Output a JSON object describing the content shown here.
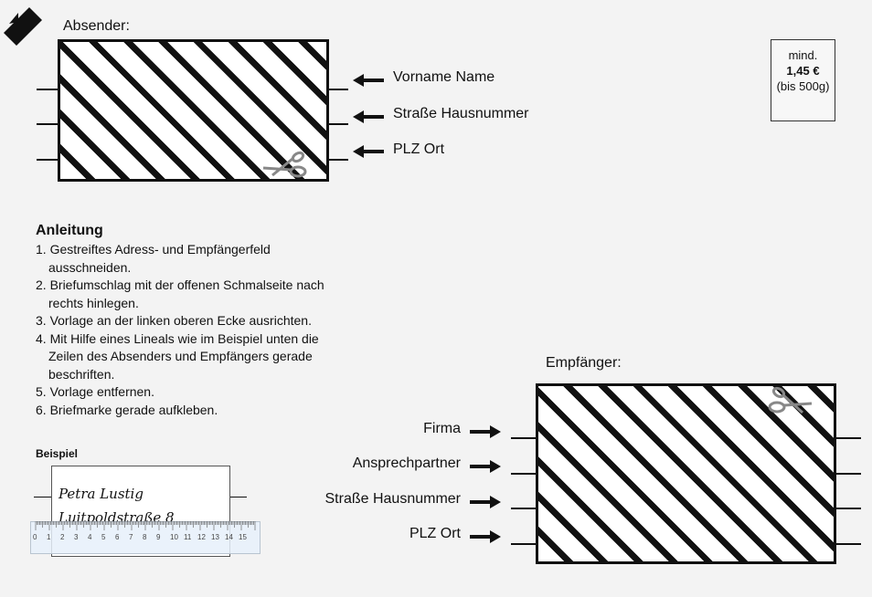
{
  "sender": {
    "title": "Absender:",
    "lines": [
      "Vorname Name",
      "Straße Hausnummer",
      "PLZ Ort"
    ]
  },
  "stamp": {
    "line1": "mind.",
    "price": "1,45 €",
    "line3": "(bis 500g)"
  },
  "instructions": {
    "heading": "Anleitung",
    "steps": [
      "1. Gestreiftes Adress- und Empfängerfeld ausschneiden.",
      "2. Briefumschlag mit der offenen Schmalseite nach rechts hinlegen.",
      "3. Vorlage an der linken oberen Ecke ausrichten.",
      "4. Mit Hilfe eines Lineals wie im Beispiel unten die Zeilen des Absenders und Empfängers gerade beschriften.",
      "5. Vorlage entfernen.",
      "6. Briefmarke gerade aufkleben."
    ]
  },
  "example": {
    "title": "Beispiel",
    "name": "Petra Lustig",
    "street": "Luitpoldstraße 8",
    "ruler_numbers": [
      "0",
      "1",
      "2",
      "3",
      "4",
      "5",
      "6",
      "7",
      "8",
      "9",
      "10",
      "11",
      "12",
      "13",
      "14",
      "15"
    ]
  },
  "recipient": {
    "title": "Empfänger:",
    "lines": [
      "Firma",
      "Ansprechpartner",
      "Straße Hausnummer",
      "PLZ Ort"
    ]
  },
  "icons": {
    "scissors": "scissors-icon",
    "corner": "corner-ribbon-icon",
    "arrow": "arrow-left-icon"
  }
}
